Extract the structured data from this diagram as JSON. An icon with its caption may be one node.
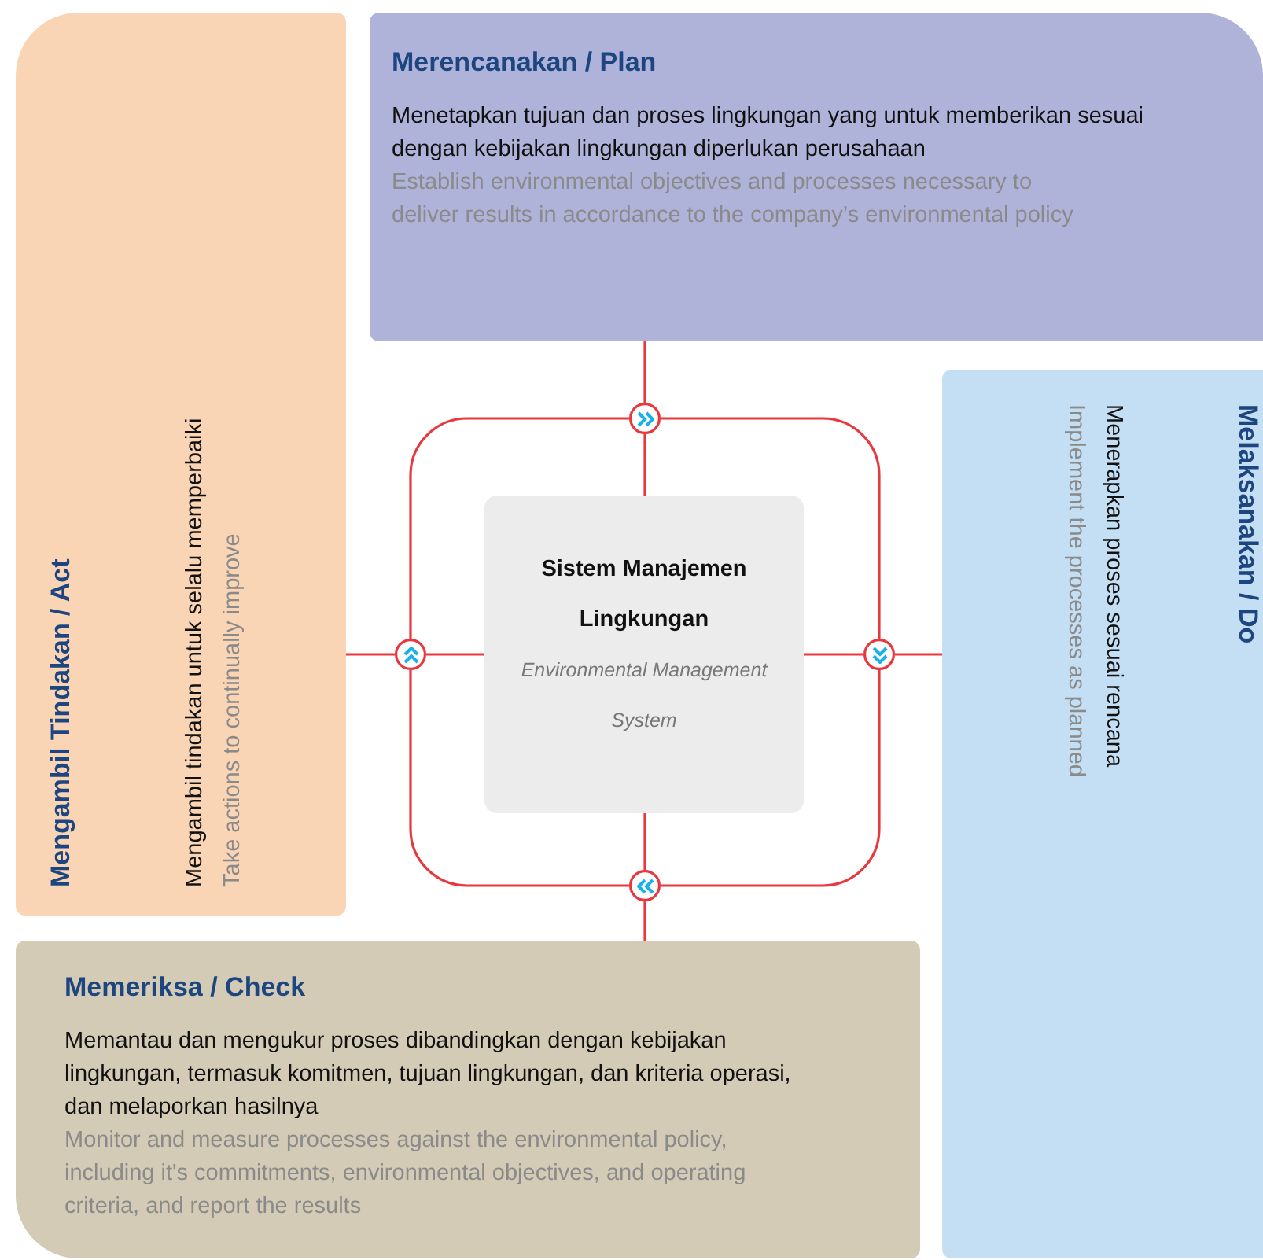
{
  "diagram": {
    "nodes": [
      {
        "text": [
          "Merencanakan / Plan",
          "Menetapkan tujuan dan proses lingkungan yang untuk memberikan sesuai dengan kebijakan lingkungan diperlukan perusahaan",
          "Establish environmental objectives and processes necessary to deliver results in accordance to the company’s environmental policy"
        ]
      },
      {
        "text": [
          "Melaksanakan / Do",
          "Menerapkan proses sesuai rencana",
          "Implement the processes as planned"
        ]
      },
      {
        "text": [
          "Memeriksa / Check",
          "Memantau dan mengukur proses dibandingkan dengan kebijakan lingkungan, termasuk komitmen, tujuan lingkungan, dan kriteria operasi, dan melaporkan hasilnya",
          "Monitor and measure processes against the environmental policy, including it's commitments, environmental objectives, and operating criteria, and report the results"
        ]
      },
      {
        "text": [
          "Mengambil Tindakan / Act",
          "Mengambil tindakan untuk selalu memperbaiki",
          "Take actions to continually improve"
        ]
      },
      {
        "text": [
          "Sistem Manajemen Lingkungan",
          "Environmental Management System"
        ]
      },
      {
        "text": [],
        "shape": "circle"
      },
      {
        "text": [],
        "shape": "circle"
      },
      {
        "text": [],
        "shape": "circle"
      },
      {
        "text": [],
        "shape": "circle"
      }
    ],
    "edges": [
      {
        "from": 4,
        "to": 5,
        "arrow": "none"
      },
      {
        "from": 5,
        "to": 0,
        "arrow": "none"
      },
      {
        "from": 4,
        "to": 7,
        "arrow": "none"
      },
      {
        "from": 7,
        "to": 1,
        "arrow": "none"
      },
      {
        "from": 4,
        "to": 8,
        "arrow": "none"
      },
      {
        "from": 8,
        "to": 2,
        "arrow": "none"
      },
      {
        "from": 4,
        "to": 6,
        "arrow": "none"
      },
      {
        "from": 6,
        "to": 3,
        "arrow": "none"
      },
      {
        "from": 5,
        "to": 7,
        "arrow": "none"
      },
      {
        "from": 7,
        "to": 8,
        "arrow": "none"
      },
      {
        "from": 8,
        "to": 6,
        "arrow": "none"
      },
      {
        "from": 6,
        "to": 5,
        "arrow": "none"
      }
    ]
  }
}
